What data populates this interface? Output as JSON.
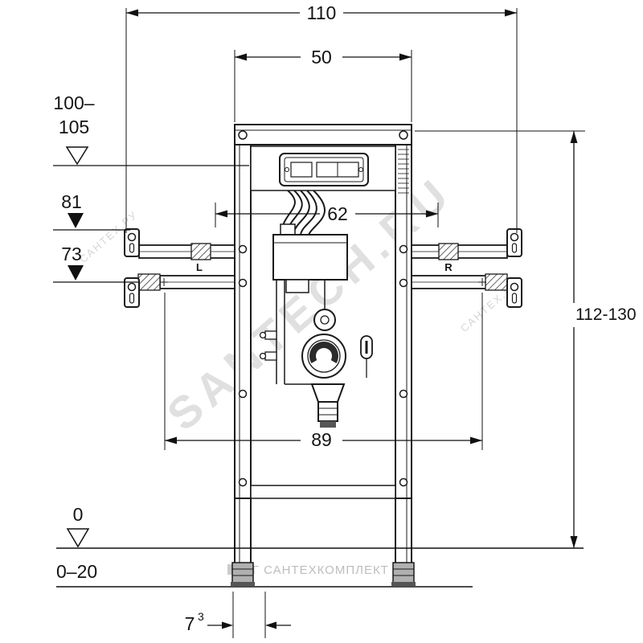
{
  "page": {
    "background": "#ffffff"
  },
  "watermarks": {
    "center_diagonal": "SANTECH.RU",
    "left_diagonal": "САНТЕХ.РУ",
    "right_diagonal": "САНТЕХ.РУ",
    "bottom": "ПГ САНТЕХКОМПЛЕКТ"
  },
  "labels": {
    "left_rail": "L",
    "right_rail": "R"
  },
  "dimensions": {
    "top_width": "110",
    "frame_width": "50",
    "actuator_height_line1": "100–",
    "actuator_height_line2": "105",
    "level_81": "81",
    "level_73": "73",
    "span_62": "62",
    "height_range": "112-130",
    "span_89": "89",
    "floor_level": "0",
    "floor_range": "0–20",
    "leg_depth_value": "7",
    "leg_depth_exponent": "3"
  }
}
